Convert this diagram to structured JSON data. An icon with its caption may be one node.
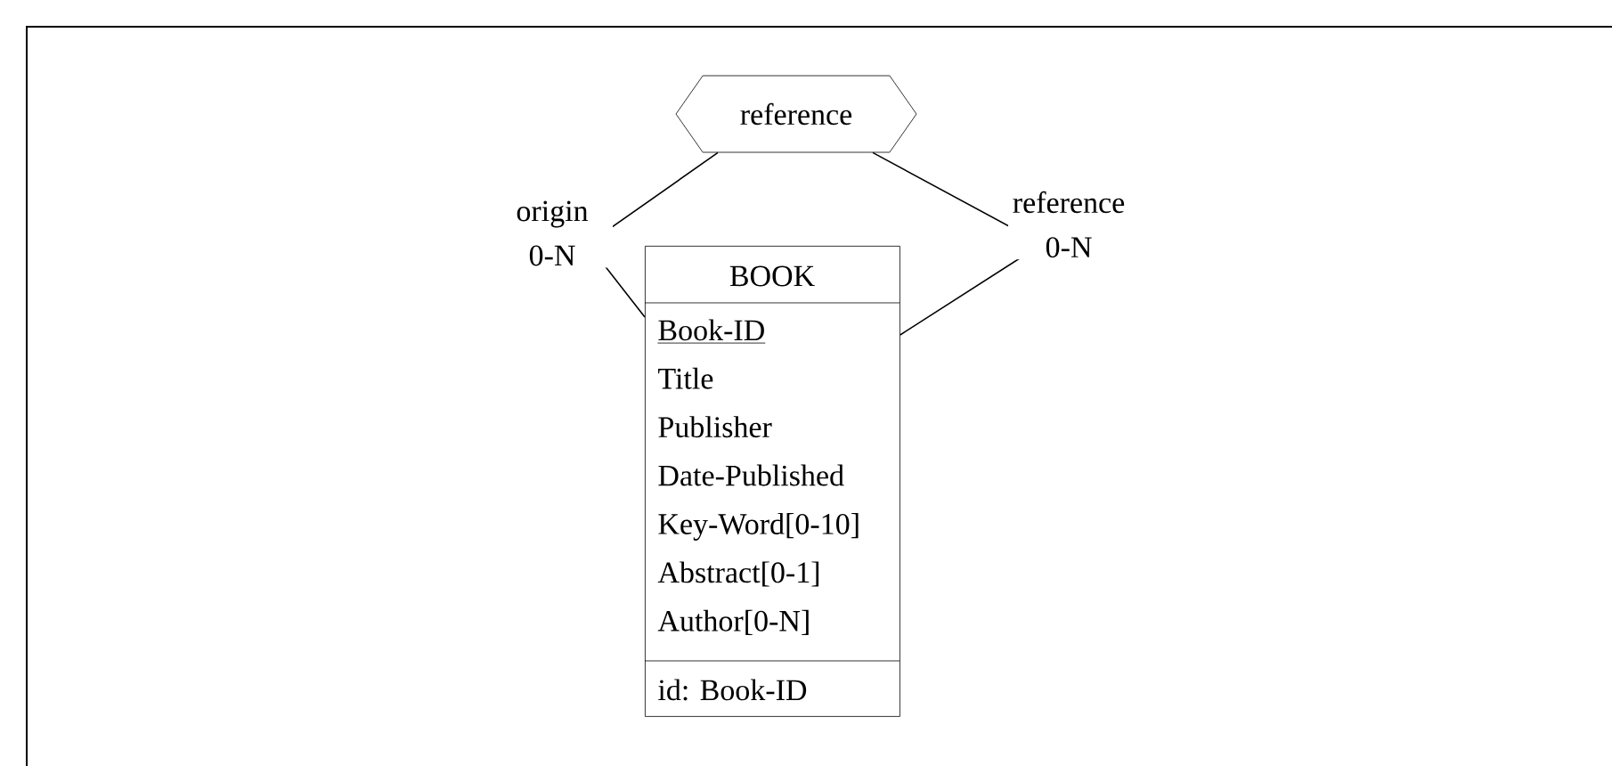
{
  "diagram": {
    "nodes": [
      {
        "text": [
          "reference"
        ]
      },
      {
        "text": [
          "BOOK",
          "Book-ID",
          "Title",
          "Publisher",
          "Date-Published",
          "Key-Word[0-10]",
          "Abstract[0-1]",
          "Author[0-N]",
          "id: Book-ID"
        ]
      }
    ],
    "edges": [
      {
        "from": 0,
        "to": 1,
        "arrow": "none",
        "label": "origin 0-N"
      },
      {
        "from": 0,
        "to": 1,
        "arrow": "none",
        "label": "reference 0-N"
      }
    ]
  }
}
